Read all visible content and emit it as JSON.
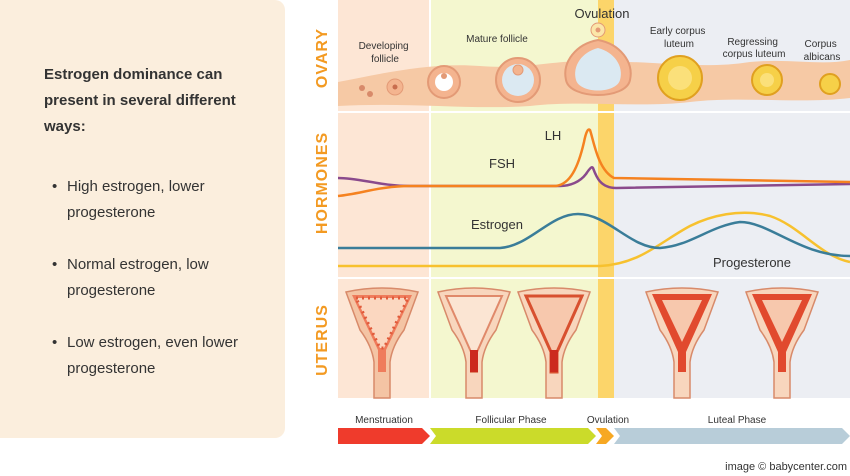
{
  "info": {
    "heading": "Estrogen dominance can present in several different ways:",
    "bullet_glyph": "•",
    "items": [
      "High estrogen, lower progesterone",
      "Normal estrogen, low progesterone",
      "Low estrogen, even lower progesterone"
    ]
  },
  "diagram": {
    "row_labels": {
      "ovary": "OVARY",
      "hormones": "HORMONES",
      "uterus": "UTERUS"
    },
    "ovary_labels": {
      "developing": "Developing follicle",
      "mature": "Mature follicle",
      "ovulation": "Ovulation",
      "early_corpus": "Early corpus luteum",
      "regressing": "Regressing corpus luteum",
      "albicans": "Corpus albicans"
    },
    "hormone_labels": {
      "lh": "LH",
      "fsh": "FSH",
      "estrogen": "Estrogen",
      "progesterone": "Progesterone"
    },
    "phases": {
      "menstruation": "Menstruation",
      "follicular": "Follicular Phase",
      "ovulation": "Ovulation",
      "luteal": "Luteal Phase"
    }
  },
  "colors": {
    "row_label": "#f39a22",
    "lh": "#f58220",
    "fsh": "#8a4a8c",
    "estrogen": "#3a7d99",
    "progesterone": "#f7c12e",
    "menstruation_bg": "#fde6d5",
    "follicular_bg": "#f4f7cf",
    "ovulation_band": "#fcd56a",
    "luteal_bg": "#eceef3",
    "menstruation_arrow": "#ef3b2c",
    "follicular_arrow": "#cbdb2a",
    "ovulation_arrow": "#f7a823",
    "luteal_arrow": "#b8cdd9"
  },
  "credit": "image © babycenter.com"
}
